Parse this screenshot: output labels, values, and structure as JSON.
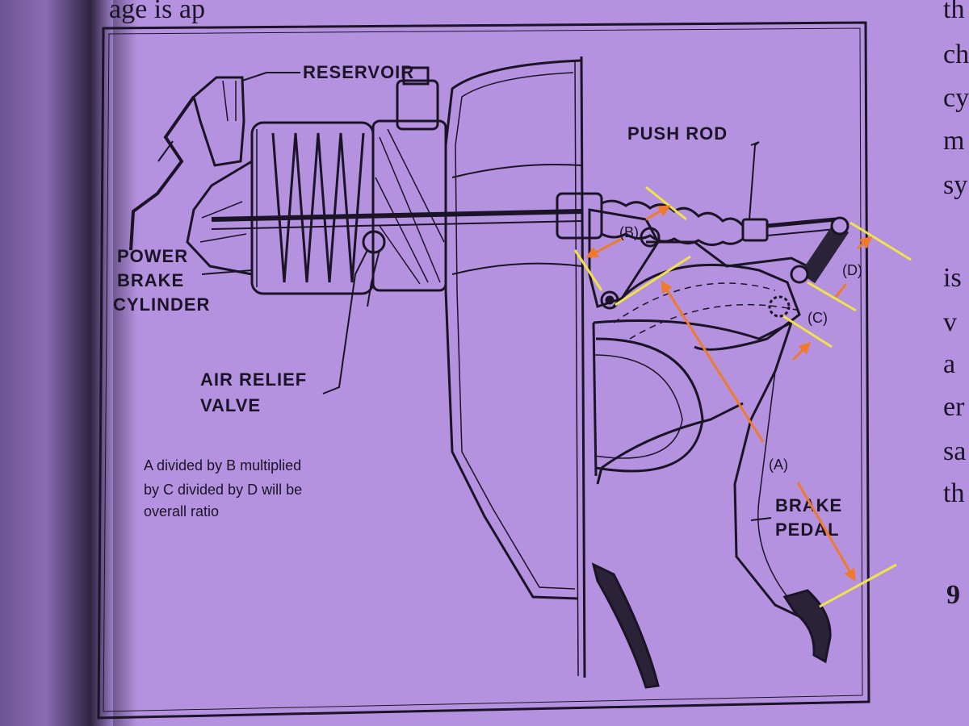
{
  "header_text": "age is ap",
  "labels": {
    "reservoir": "RESERVOIR",
    "push_rod": "PUSH ROD",
    "power_brake_cylinder": [
      "POWER",
      "BRAKE",
      "CYLINDER"
    ],
    "air_relief_valve": [
      "AIR RELIEF",
      "VALVE"
    ],
    "brake_pedal": [
      "BRAKE",
      "PEDAL"
    ]
  },
  "annotations": {
    "a": "(A)",
    "b": "(B)",
    "c": "(C)",
    "d": "(D)",
    "note": [
      "A divided by B multiplied",
      "by C divided by D will be",
      "overall ratio"
    ]
  },
  "right_column_fragments": [
    "th",
    "ch",
    "cy",
    "m",
    "sy",
    "is",
    "v",
    "a",
    "er",
    "sa",
    "th",
    "9"
  ],
  "colors": {
    "page": "#b592e0",
    "ink": "#1a1426",
    "arrow": "#f07a2a",
    "marker": "#f0e34a"
  }
}
